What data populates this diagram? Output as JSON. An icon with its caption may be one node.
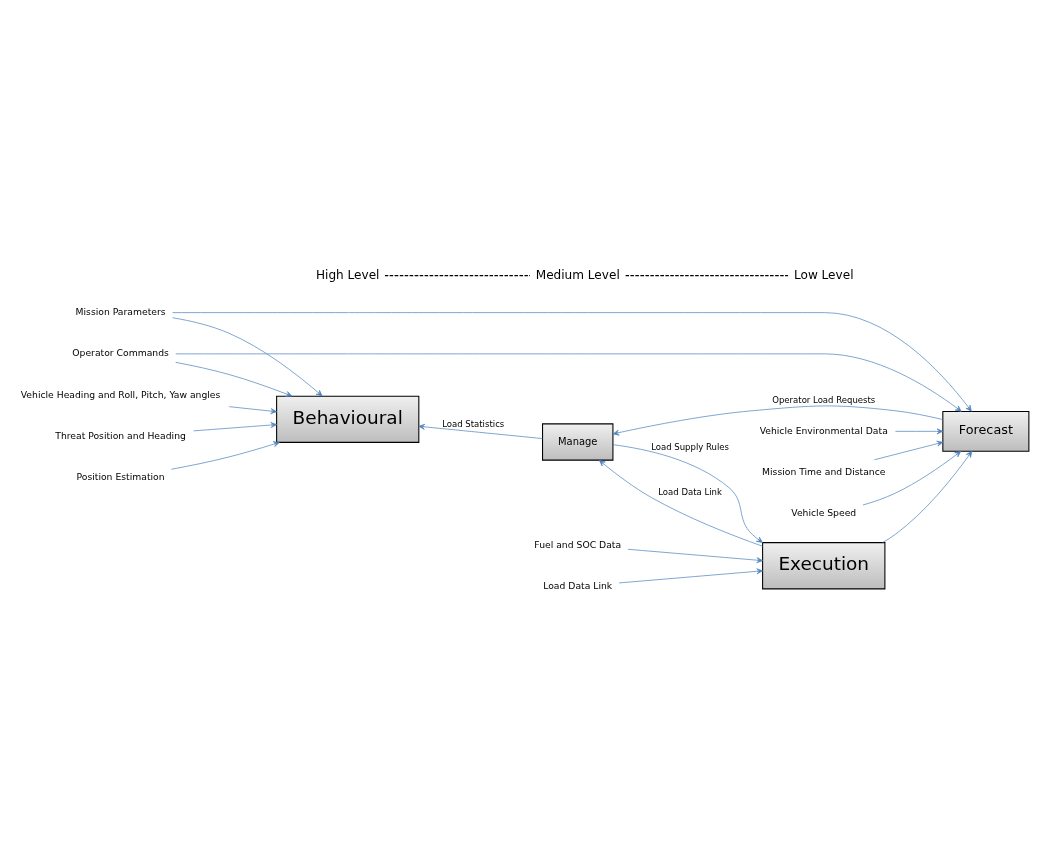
{
  "diagram": {
    "nodes": [
      {
        "text": [
          "Vehicle Heading and Roll, Pitch, Yaw angles"
        ]
      },
      {
        "text": [
          "Threat Position and Heading"
        ]
      },
      {
        "text": [
          "Behavioural"
        ]
      },
      {
        "text": [
          "Position Estimation"
        ]
      },
      {
        "text": [
          "Manage"
        ]
      },
      {
        "text": [
          "Mission Parameters"
        ]
      },
      {
        "text": [
          "Operator Commands"
        ]
      },
      {
        "text": [
          "Forecast"
        ]
      },
      {
        "text": [
          "Vehicle Environmental Data"
        ]
      },
      {
        "text": [
          "Mission Time and Distance"
        ]
      },
      {
        "text": [
          "Vehicle Speed"
        ]
      },
      {
        "text": [
          "Fuel and SOC Data"
        ]
      },
      {
        "text": [
          "Load Data Link"
        ]
      },
      {
        "text": [
          "Execution"
        ]
      }
    ],
    "edges": [
      {
        "from": 0,
        "to": 2,
        "arrow": "to"
      },
      {
        "from": 1,
        "to": 2,
        "arrow": "to"
      },
      {
        "from": 6,
        "to": 2,
        "arrow": "to"
      },
      {
        "from": 3,
        "to": 2,
        "arrow": "to"
      },
      {
        "from": 4,
        "to": 2,
        "arrow": "to",
        "label": "Load Statistics"
      },
      {
        "from": 5,
        "to": 2,
        "arrow": "to"
      },
      {
        "from": 7,
        "to": 4,
        "arrow": "to",
        "label": "Operator Load Requests"
      },
      {
        "from": 6,
        "to": 7,
        "arrow": "to"
      },
      {
        "from": 8,
        "to": 7,
        "arrow": "to"
      },
      {
        "from": 9,
        "to": 7,
        "arrow": "to"
      },
      {
        "from": 10,
        "to": 7,
        "arrow": "to"
      },
      {
        "from": 13,
        "to": 4,
        "arrow": "to",
        "label": "Load Data Link"
      },
      {
        "from": 13,
        "to": 7,
        "arrow": "to"
      },
      {
        "from": 5,
        "to": 7,
        "arrow": "to"
      },
      {
        "from": 4,
        "to": 13,
        "arrow": "to",
        "label": "Load Supply Rules"
      },
      {
        "from": 11,
        "to": 13,
        "arrow": "to"
      },
      {
        "from": 12,
        "to": 13,
        "arrow": "to"
      }
    ],
    "labels": [
      "High Level",
      "Medium Level",
      "Low Level"
    ]
  }
}
